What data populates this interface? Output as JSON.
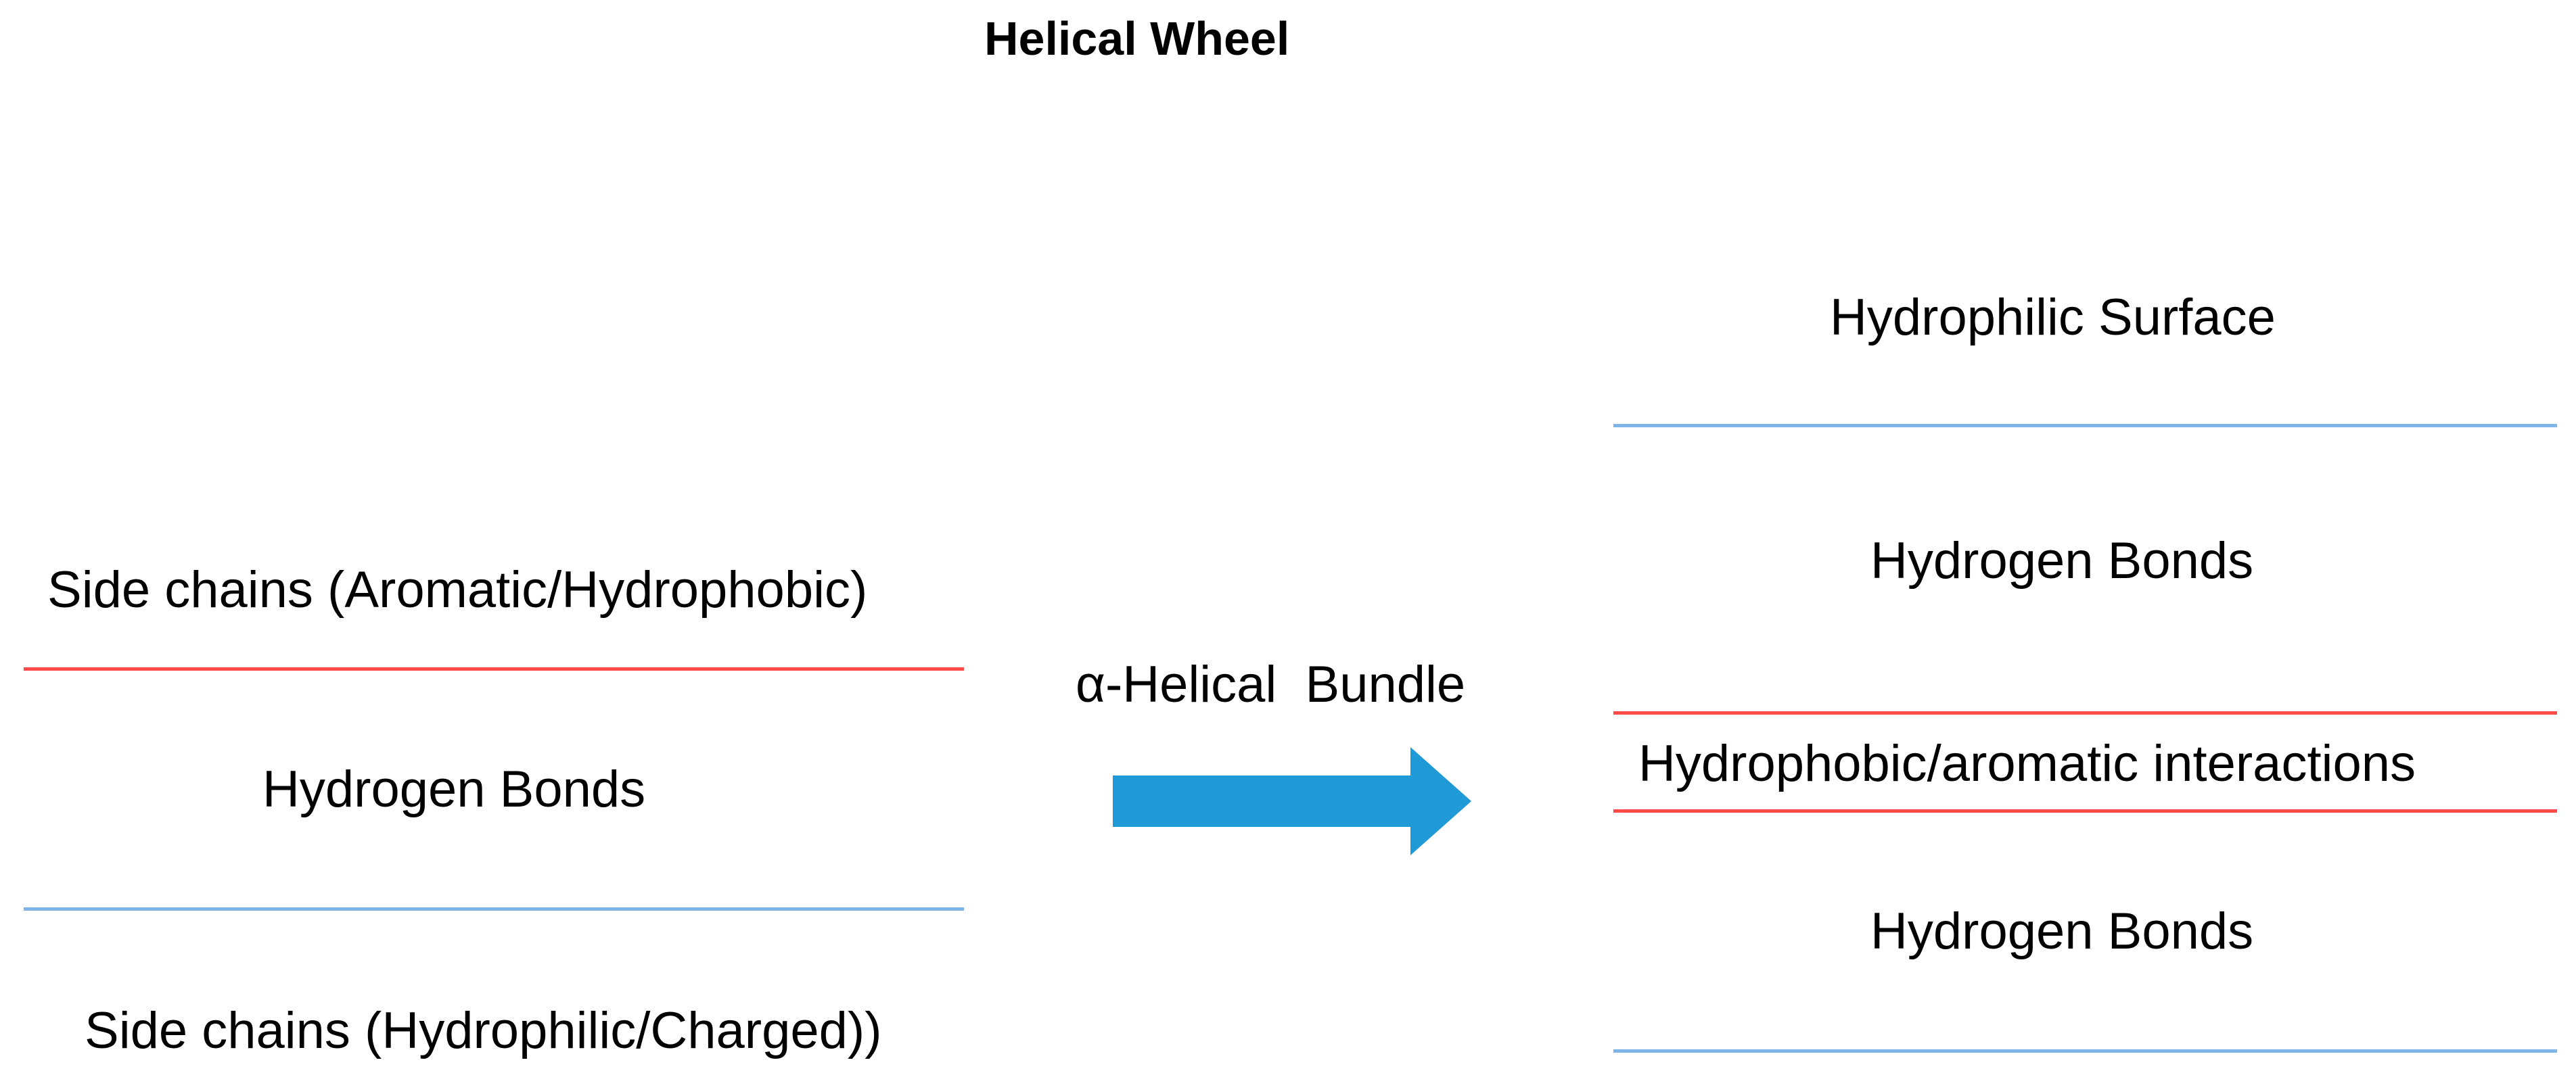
{
  "title": "Helical Wheel",
  "colors": {
    "hydrophobic_line": "#ff4a4a",
    "hydrophilic_line": "#7fb5e6",
    "arrow": "#1f9ad6"
  },
  "left_panel": {
    "top_label": "Side chains (Aromatic/Hydrophobic)",
    "middle_label": "Hydrogen Bonds",
    "bottom_label": "Side chains (Hydrophilic/Charged))"
  },
  "transition": {
    "label": "α-Helical  Bundle",
    "icon": "arrow-right-icon"
  },
  "right_panel": {
    "surface_label": "Hydrophilic Surface",
    "upper_hbond_label": "Hydrogen Bonds",
    "core_label": "Hydrophobic/aromatic interactions",
    "lower_hbond_label": "Hydrogen Bonds"
  }
}
